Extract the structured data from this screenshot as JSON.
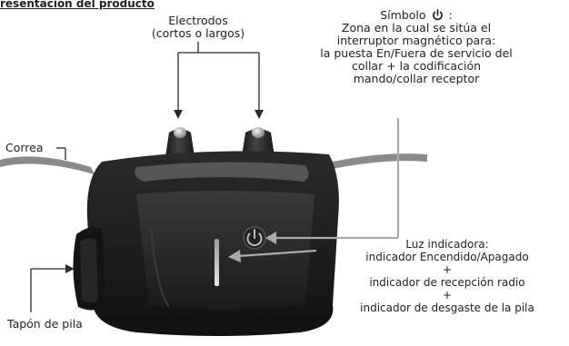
{
  "section_title": "resentación del producto",
  "labels": {
    "electrodes": [
      "Electrodos",
      "(cortos o largos)"
    ],
    "symbol": {
      "prefix": "Símbolo",
      "suffix": ":",
      "icon": "power-icon",
      "lines": [
        "Zona en la cual se sitúa el",
        "interruptor magnético para:",
        "la puesta En/Fuera de servicio del",
        "collar + la codificación",
        "mando/collar receptor"
      ]
    },
    "strap": "Correa",
    "indicator": [
      "Luz indicadora:",
      "indicador Encendido/Apagado",
      "+",
      "indicador de recepción radio",
      "+",
      "indicador de desgaste de la pila"
    ],
    "battery_cap": "Tapón de pila"
  },
  "colors": {
    "text": "#222222",
    "device_body": "#1c1c1c",
    "strap": "#8a8a8a",
    "leader_line": "#2a2a2a",
    "callout_line": "#aaaaaa"
  }
}
